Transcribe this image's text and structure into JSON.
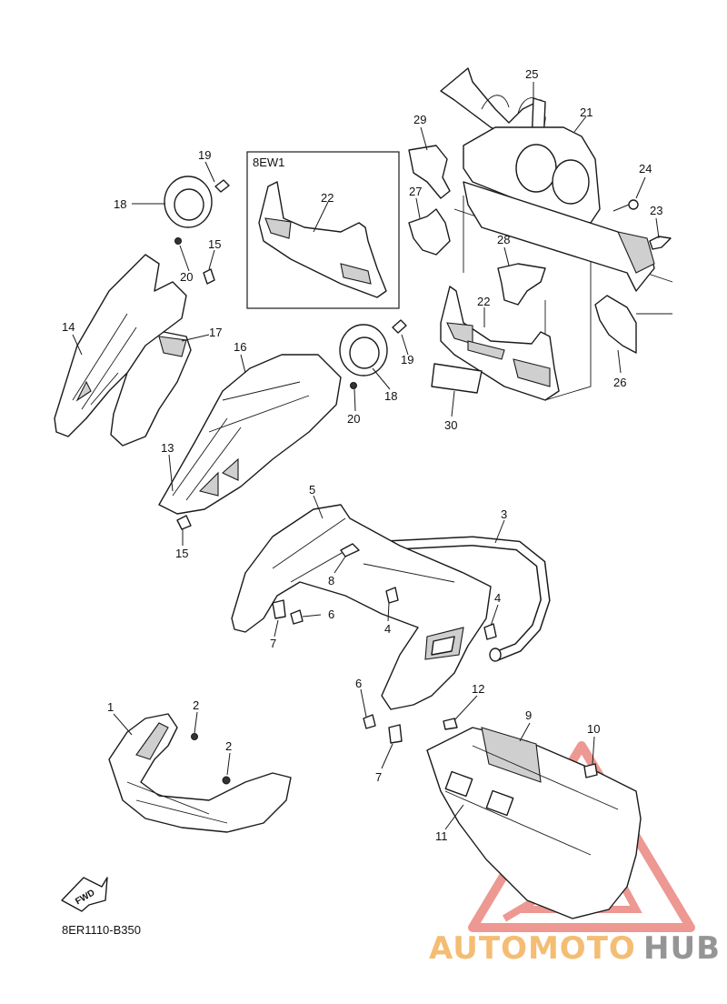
{
  "diagram": {
    "inset_code": "8EW1",
    "drawing_code": "8ER1110-B350",
    "fwd_label": "FWD",
    "watermark": {
      "text_part1": "AUTOMOTO",
      "text_part2": "HUB",
      "color_part1": "#f2b25a",
      "color_part2": "#8a8a8a",
      "logo_color": "#e0453a"
    },
    "callouts": [
      {
        "id": "c25",
        "label": "25"
      },
      {
        "id": "c29",
        "label": "29"
      },
      {
        "id": "c21",
        "label": "21"
      },
      {
        "id": "c24",
        "label": "24"
      },
      {
        "id": "c27",
        "label": "27"
      },
      {
        "id": "c23",
        "label": "23"
      },
      {
        "id": "c28",
        "label": "28"
      },
      {
        "id": "c22a",
        "label": "22"
      },
      {
        "id": "c22b",
        "label": "22"
      },
      {
        "id": "c26",
        "label": "26"
      },
      {
        "id": "c30",
        "label": "30"
      },
      {
        "id": "c19a",
        "label": "19"
      },
      {
        "id": "c18a",
        "label": "18"
      },
      {
        "id": "c15a",
        "label": "15"
      },
      {
        "id": "c20a",
        "label": "20"
      },
      {
        "id": "c14",
        "label": "14"
      },
      {
        "id": "c17",
        "label": "17"
      },
      {
        "id": "c16",
        "label": "16"
      },
      {
        "id": "c19b",
        "label": "19"
      },
      {
        "id": "c18b",
        "label": "18"
      },
      {
        "id": "c20b",
        "label": "20"
      },
      {
        "id": "c13",
        "label": "13"
      },
      {
        "id": "c15b",
        "label": "15"
      },
      {
        "id": "c5",
        "label": "5"
      },
      {
        "id": "c3",
        "label": "3"
      },
      {
        "id": "c8",
        "label": "8"
      },
      {
        "id": "c4a",
        "label": "4"
      },
      {
        "id": "c4b",
        "label": "4"
      },
      {
        "id": "c6a",
        "label": "6"
      },
      {
        "id": "c7a",
        "label": "7"
      },
      {
        "id": "c6b",
        "label": "6"
      },
      {
        "id": "c12",
        "label": "12"
      },
      {
        "id": "c7b",
        "label": "7"
      },
      {
        "id": "c1",
        "label": "1"
      },
      {
        "id": "c2a",
        "label": "2"
      },
      {
        "id": "c2b",
        "label": "2"
      },
      {
        "id": "c9",
        "label": "9"
      },
      {
        "id": "c10",
        "label": "10"
      },
      {
        "id": "c11",
        "label": "11"
      }
    ]
  }
}
